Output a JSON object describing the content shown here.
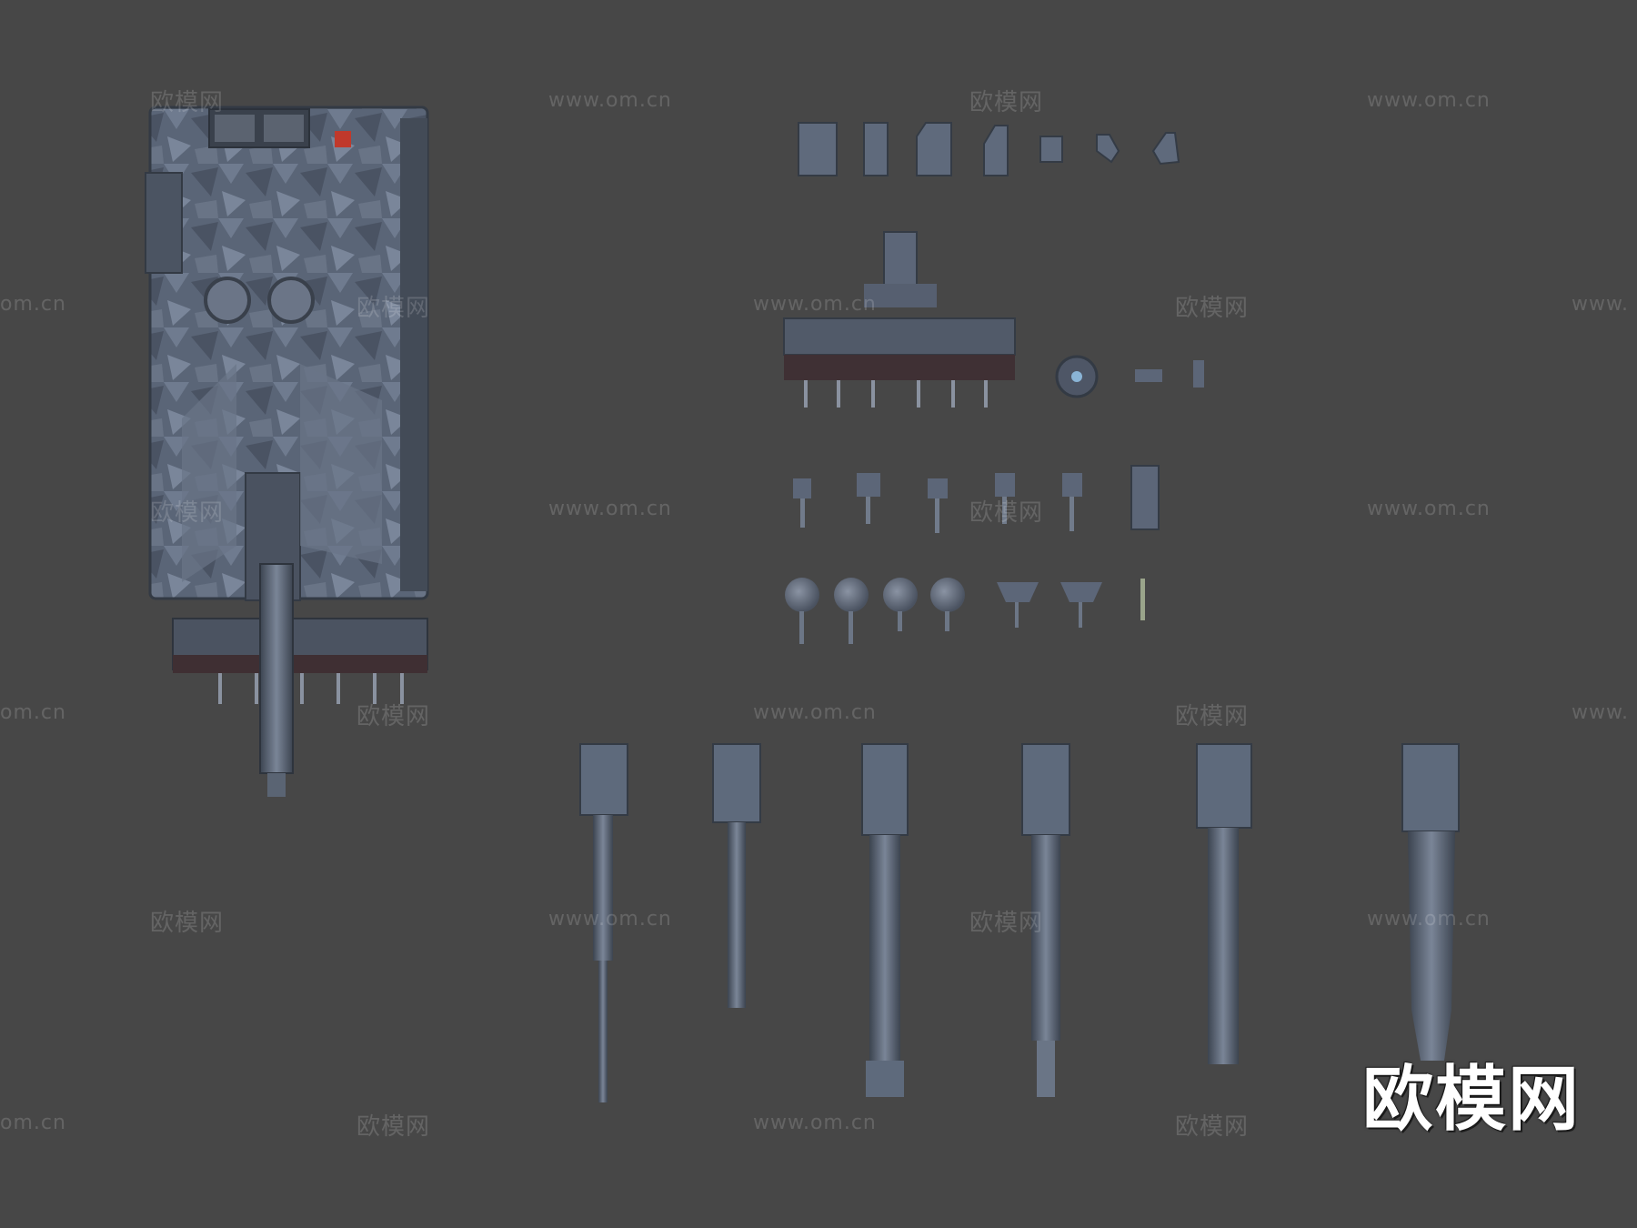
{
  "viewport": {
    "background": "#474747"
  },
  "watermark": {
    "brand_text": "欧模网",
    "url_text": "www.om.cn",
    "url_partial_left": "om.cn",
    "url_partial_right": "www."
  },
  "logo": {
    "text": "欧模网",
    "color": "#ffffff"
  },
  "model_colors": {
    "armor_light": "#6b7689",
    "armor_mid": "#566173",
    "armor_dark": "#3e4653",
    "accent": "#c0392b"
  },
  "parts": {
    "tank_hull": "tank-hull",
    "armor_plates": 7,
    "track_guard_parts": 4,
    "small_mounts": 6,
    "round_pods": 7,
    "gun_barrels": 6
  }
}
